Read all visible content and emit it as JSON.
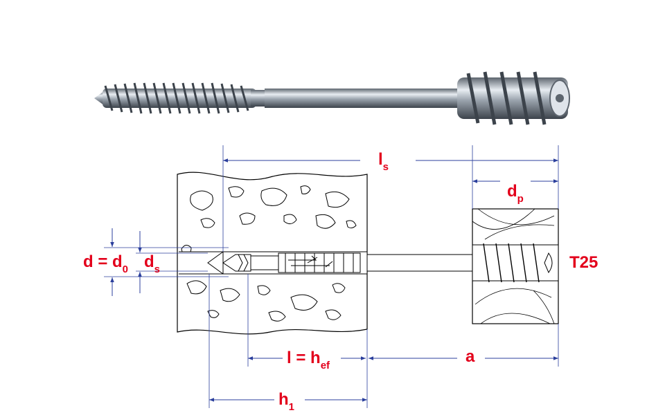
{
  "labels": {
    "ls": {
      "main": "l",
      "sub": "s"
    },
    "dp": {
      "main": "d",
      "sub": "p"
    },
    "d_d0": {
      "main": "d = d",
      "sub": "0"
    },
    "ds": {
      "main": "d",
      "sub": "s"
    },
    "t25": "T25",
    "l_hef": {
      "main": "l = h",
      "sub": "ef"
    },
    "a": "a",
    "h1": {
      "main": "h",
      "sub": "1"
    }
  },
  "colors": {
    "label": "#e3001b",
    "dimension": "#2b3f9c",
    "screw_steel": "#b8c0c8",
    "outline": "#000000"
  }
}
